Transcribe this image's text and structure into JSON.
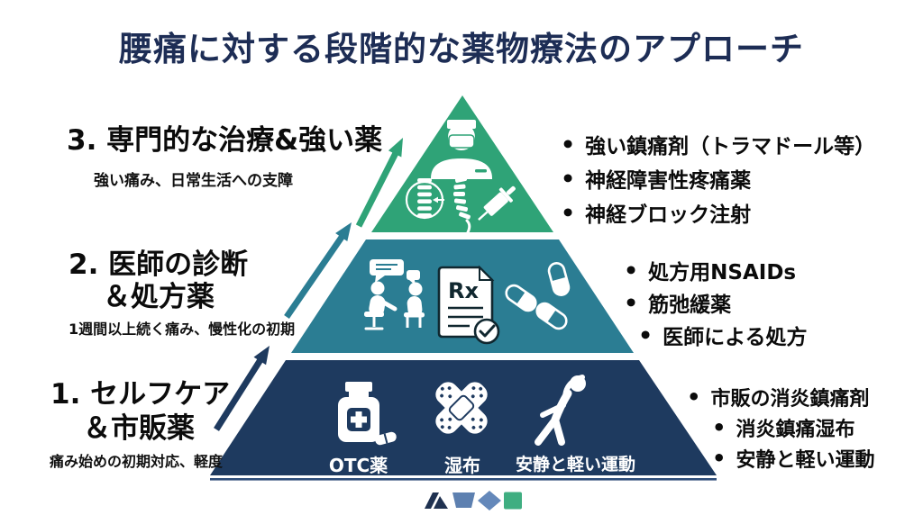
{
  "title": "腰痛に対する段階的な薬物療法のアプローチ",
  "pyramid": {
    "rx_label": "Rx",
    "levels": [
      {
        "rank": "1",
        "heading_line1": "1. セルフケア",
        "heading_line2": "＆市販薬",
        "subtitle": "痛み始めの初期対応、軽度",
        "bullets": [
          "市販の消炎鎮痛剤",
          "消炎鎮痛湿布",
          "安静と軽い運動"
        ],
        "icon_labels": [
          "OTC薬",
          "湿布",
          "安静と軽い運動"
        ],
        "color": "#1e3a5f"
      },
      {
        "rank": "2",
        "heading_line1": "2. 医師の診断",
        "heading_line2": "＆処方薬",
        "subtitle": "1週間以上続く痛み、慢性化の初期",
        "bullets": [
          "処方用NSAIDs",
          "筋弛緩薬",
          "医師による処方"
        ],
        "color": "#2b7d93"
      },
      {
        "rank": "3",
        "heading_line1": "3. 専門的な治療&強い薬",
        "heading_line2": "",
        "subtitle": "強い痛み、日常生活への支障",
        "bullets": [
          "強い鎮痛剤（トラマドール等）",
          "神経障害性疼痛薬",
          "神経ブロック注射"
        ],
        "color": "#2fa377"
      }
    ]
  },
  "colors": {
    "title_navy": "#1d2d55",
    "tier1_navy": "#1e3a5f",
    "tier2_teal": "#2b7d93",
    "tier3_green": "#2fa377",
    "icon_white": "#ffffff",
    "doc_ink": "#10272f",
    "logo_navy": "#1f3150",
    "logo_blue": "#6488ba",
    "logo_green": "#3fae81"
  }
}
